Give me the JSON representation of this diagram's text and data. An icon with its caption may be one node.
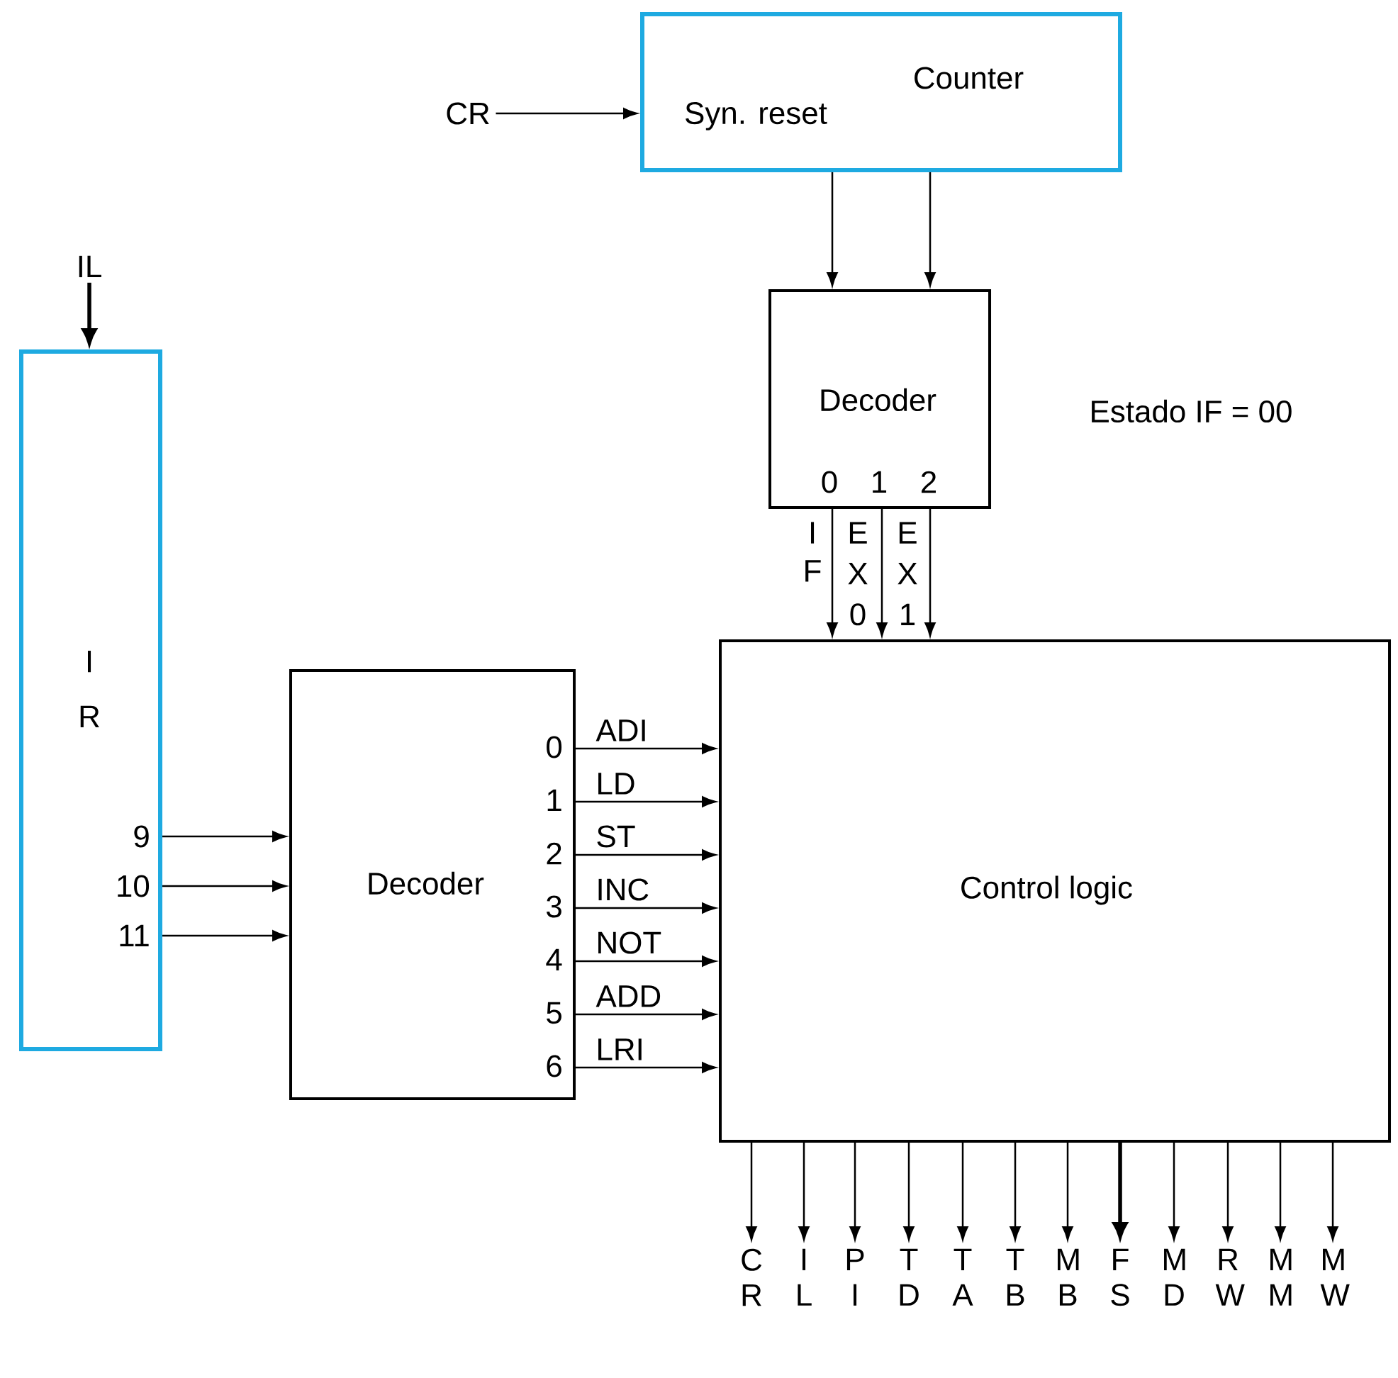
{
  "diagram": {
    "nodes": [
      {
        "text": [
          "Counter",
          "Syn. reset"
        ]
      },
      {
        "text": [
          "CR"
        ]
      },
      {
        "text": [
          "Decoder",
          "0",
          "1",
          "2"
        ]
      },
      {
        "text": [
          "IL"
        ]
      },
      {
        "text": [
          "I R",
          "9",
          "10",
          "11"
        ]
      },
      {
        "text": [
          "Decoder",
          "0",
          "1",
          "2",
          "3",
          "4",
          "5",
          "6"
        ]
      },
      {
        "text": [
          "Control logic"
        ]
      },
      {
        "text": [
          "C R"
        ]
      },
      {
        "text": [
          "I L"
        ]
      },
      {
        "text": [
          "P I"
        ]
      },
      {
        "text": [
          "T D"
        ]
      },
      {
        "text": [
          "T A"
        ]
      },
      {
        "text": [
          "T B"
        ]
      },
      {
        "text": [
          "M B"
        ]
      },
      {
        "text": [
          "F S"
        ]
      },
      {
        "text": [
          "M D"
        ]
      },
      {
        "text": [
          "R W"
        ]
      },
      {
        "text": [
          "M M"
        ]
      },
      {
        "text": [
          "M W"
        ]
      }
    ],
    "edges": [
      {
        "from": 1,
        "to": 0,
        "arrow": "to"
      },
      {
        "from": 0,
        "to": 2,
        "arrow": "to"
      },
      {
        "from": 0,
        "to": 2,
        "arrow": "to"
      },
      {
        "from": 3,
        "to": 4,
        "arrow": "to",
        "style": "thick"
      },
      {
        "from": 4,
        "to": 5,
        "arrow": "to"
      },
      {
        "from": 4,
        "to": 5,
        "arrow": "to"
      },
      {
        "from": 4,
        "to": 5,
        "arrow": "to"
      },
      {
        "from": 5,
        "to": 6,
        "arrow": "to",
        "label": "ADI"
      },
      {
        "from": 5,
        "to": 6,
        "arrow": "to",
        "label": "LD"
      },
      {
        "from": 5,
        "to": 6,
        "arrow": "to",
        "label": "ST"
      },
      {
        "from": 5,
        "to": 6,
        "arrow": "to",
        "label": "INC"
      },
      {
        "from": 5,
        "to": 6,
        "arrow": "to",
        "label": "NOT"
      },
      {
        "from": 5,
        "to": 6,
        "arrow": "to",
        "label": "ADD"
      },
      {
        "from": 5,
        "to": 6,
        "arrow": "to",
        "label": "LRI"
      },
      {
        "from": 2,
        "to": 6,
        "arrow": "to",
        "label": "I F"
      },
      {
        "from": 2,
        "to": 6,
        "arrow": "to",
        "label": "E X 0"
      },
      {
        "from": 2,
        "to": 6,
        "arrow": "to",
        "label": "E X 1"
      },
      {
        "from": 6,
        "to": 7,
        "arrow": "to"
      },
      {
        "from": 6,
        "to": 8,
        "arrow": "to"
      },
      {
        "from": 6,
        "to": 9,
        "arrow": "to"
      },
      {
        "from": 6,
        "to": 10,
        "arrow": "to"
      },
      {
        "from": 6,
        "to": 11,
        "arrow": "to"
      },
      {
        "from": 6,
        "to": 12,
        "arrow": "to"
      },
      {
        "from": 6,
        "to": 13,
        "arrow": "to"
      },
      {
        "from": 6,
        "to": 14,
        "arrow": "to",
        "style": "thick"
      },
      {
        "from": 6,
        "to": 15,
        "arrow": "to"
      },
      {
        "from": 6,
        "to": 16,
        "arrow": "to"
      },
      {
        "from": 6,
        "to": 17,
        "arrow": "to"
      },
      {
        "from": 6,
        "to": 18,
        "arrow": "to"
      }
    ],
    "labels": [
      "Estado IF = 00"
    ]
  }
}
